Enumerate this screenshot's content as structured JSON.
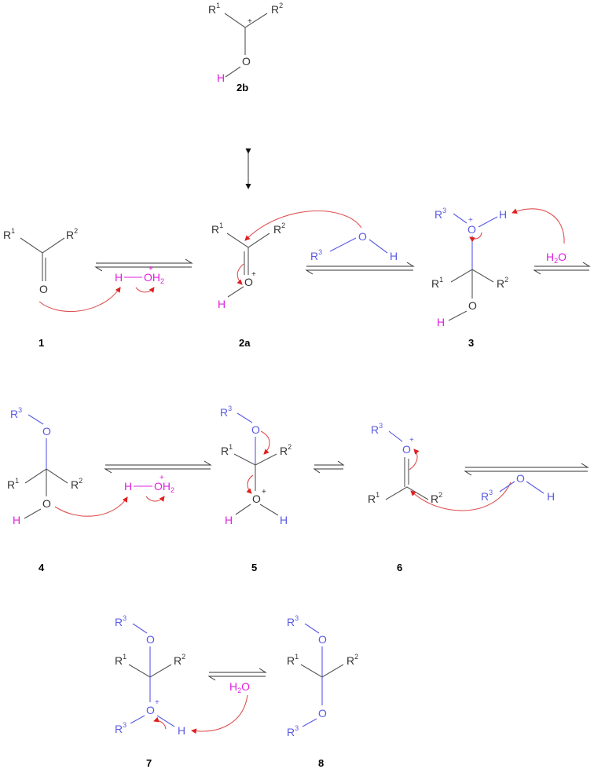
{
  "colors": {
    "carbon_frame": "#555555",
    "r3_oxygen": "#5a5ae6",
    "hydrogen_proton": "#e020e0",
    "curved_arrow": "#e05050",
    "compound_label": "#000000"
  },
  "atoms": {
    "R": "R",
    "O": "O",
    "H": "H",
    "one": "1",
    "two": "2",
    "three": "3",
    "plus": "+",
    "water": "H",
    "water_sub": "2",
    "water_o": "O"
  },
  "compounds": {
    "c1": "1",
    "c2a": "2a",
    "c2b": "2b",
    "c3": "3",
    "c4": "4",
    "c5": "5",
    "c6": "6",
    "c7": "7",
    "c8": "8"
  }
}
